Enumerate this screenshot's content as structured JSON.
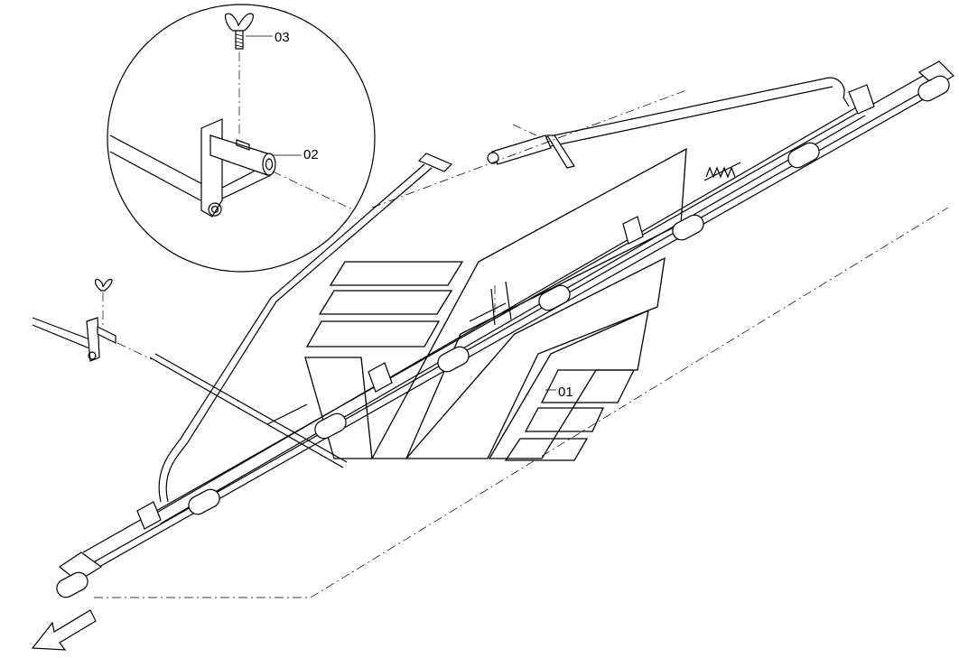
{
  "callouts": [
    {
      "id": "label-01",
      "text": "01"
    },
    {
      "id": "label-02",
      "text": "02"
    },
    {
      "id": "label-03",
      "text": "03"
    }
  ]
}
